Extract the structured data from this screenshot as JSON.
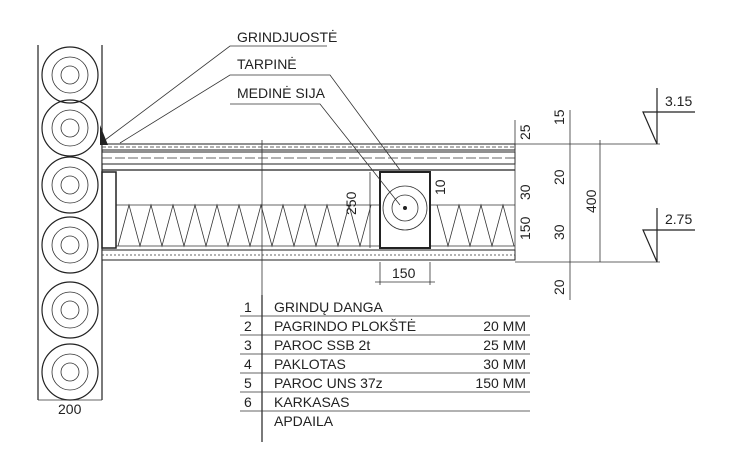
{
  "callouts": {
    "grindjuoste": "GRINDJUOSTĖ",
    "tarpine": "TARPINĖ",
    "medine_sija": "MEDINĖ SIJA"
  },
  "dimensions": {
    "wall_width": "200",
    "beam_width": "150",
    "beam_height": "250",
    "gap": "10",
    "inner_col": [
      "25",
      "30",
      "150"
    ],
    "outer_col": [
      "15",
      "20",
      "30",
      "20"
    ],
    "total": "400"
  },
  "elevations": {
    "top": "3.15",
    "bottom": "2.75"
  },
  "legend": [
    {
      "num": "1",
      "name": "GRINDŲ DANGA",
      "thickness": ""
    },
    {
      "num": "2",
      "name": "PAGRINDO PLOKŠTĖ",
      "thickness": "20 MM"
    },
    {
      "num": "3",
      "name": "PAROC SSB 2t",
      "thickness": "25 MM"
    },
    {
      "num": "4",
      "name": "PAKLOTAS",
      "thickness": "30 MM"
    },
    {
      "num": "5",
      "name": "PAROC UNS 37z",
      "thickness": "150 MM"
    },
    {
      "num": "6",
      "name": "KARKASAS",
      "thickness": ""
    },
    {
      "num": "",
      "name": "APDAILA",
      "thickness": ""
    }
  ]
}
